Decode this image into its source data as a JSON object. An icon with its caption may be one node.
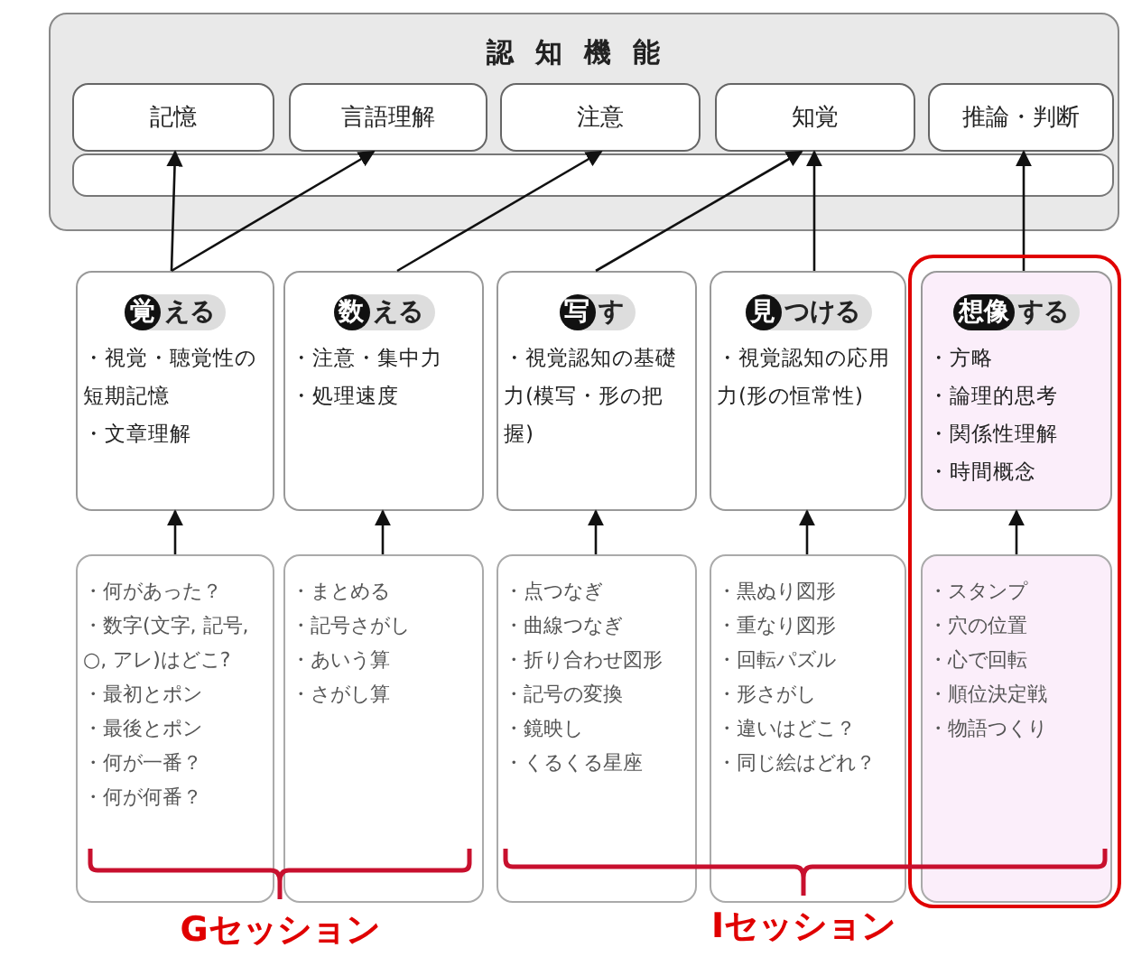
{
  "diagram": {
    "nodes": [
      {
        "text": [
          "認知機能"
        ]
      },
      {
        "text": [
          "記憶"
        ],
        "in": 0
      },
      {
        "text": [
          "言語理解"
        ],
        "in": 0
      },
      {
        "text": [
          "注意"
        ],
        "in": 0
      },
      {
        "text": [
          "知覚"
        ],
        "in": 0
      },
      {
        "text": [
          "推論・判断"
        ],
        "in": 0
      },
      {
        "text": [
          "**覚**える",
          "・視覚・聴覚性の短期記憶",
          "・文章理解"
        ]
      },
      {
        "text": [
          "**数**える",
          "・注意・集中力",
          "・処理速度"
        ]
      },
      {
        "text": [
          "**写**す",
          "・視覚認知の基礎力(模写・形の把握)"
        ]
      },
      {
        "text": [
          "**見**つける",
          "・視覚認知の応用力(形の恒常性)"
        ]
      },
      {
        "text": [
          "**想像**する",
          "・方略",
          "・論理的思考",
          "・関係性理解",
          "・時間概念"
        ]
      },
      {
        "text": [
          "・何があった？",
          "・数字(文字, 記号, ○, アレ)はどこ?",
          "・最初とポン",
          "・最後とポン",
          "・何が一番？",
          "・何が何番？"
        ]
      },
      {
        "text": [
          "・まとめる",
          "・記号さがし",
          "・あいう算",
          "・さがし算"
        ]
      },
      {
        "text": [
          "・点つなぎ",
          "・曲線つなぎ",
          "・折り合わせ図形",
          "・記号の変換",
          "・鏡映し",
          "・くるくる星座"
        ]
      },
      {
        "text": [
          "・黒ぬり図形",
          "・重なり図形",
          "・回転パズル",
          "・形さがし",
          "・違いはどこ？",
          "・同じ絵はどれ？"
        ]
      },
      {
        "text": [
          "・スタンプ",
          "・穴の位置",
          "・心で回転",
          "・順位決定戦",
          "・物語つくり"
        ]
      }
    ],
    "edges": [
      {
        "from": 6,
        "to": 1,
        "arrow": "to"
      },
      {
        "from": 6,
        "to": 2,
        "arrow": "to"
      },
      {
        "from": 7,
        "to": 3,
        "arrow": "to"
      },
      {
        "from": 8,
        "to": 4,
        "arrow": "to"
      },
      {
        "from": 9,
        "to": 4,
        "arrow": "to"
      },
      {
        "from": 10,
        "to": 5,
        "arrow": "to"
      },
      {
        "from": 11,
        "to": 6,
        "arrow": "to"
      },
      {
        "from": 12,
        "to": 7,
        "arrow": "to"
      },
      {
        "from": 13,
        "to": 8,
        "arrow": "to"
      },
      {
        "from": 14,
        "to": 9,
        "arrow": "to"
      },
      {
        "from": 15,
        "to": 10,
        "arrow": "to"
      }
    ],
    "labels": [
      "Gセッション",
      "Iセッション"
    ]
  }
}
